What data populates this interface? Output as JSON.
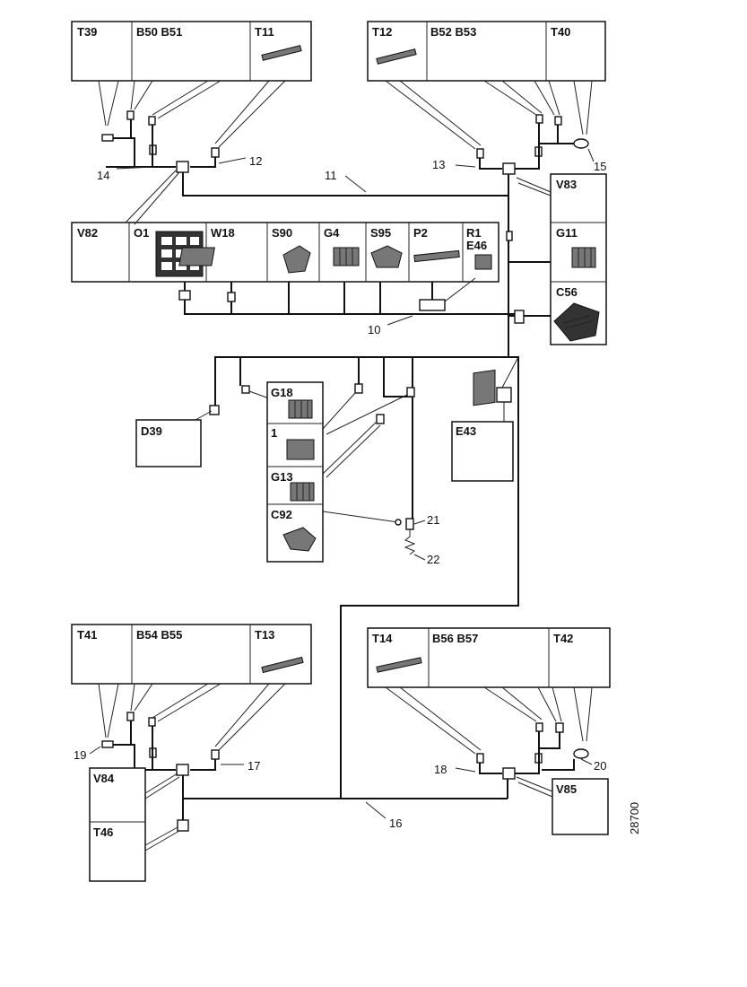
{
  "doc_id": "28700",
  "components": {
    "T39": "T39",
    "B50_B51": "B50  B51",
    "T11": "T11",
    "T12": "T12",
    "B52_B53": "B52  B53",
    "T40": "T40",
    "V82": "V82",
    "O1": "O1",
    "W18": "W18",
    "S90": "S90",
    "G4": "G4",
    "S95": "S95",
    "P2": "P2",
    "R1": "R1",
    "E46": "E46",
    "V83": "V83",
    "G11": "G11",
    "C56": "C56",
    "D39": "D39",
    "G18": "G18",
    "one": "1",
    "G13": "G13",
    "C92": "C92",
    "E43": "E43",
    "T41": "T41",
    "B54_B55": "B54  B55",
    "T13": "T13",
    "T14": "T14",
    "B56_B57": "B56  B57",
    "T42": "T42",
    "V84": "V84",
    "T46": "T46",
    "V85": "V85"
  },
  "callouts": {
    "n10": "10",
    "n11": "11",
    "n12": "12",
    "n13": "13",
    "n14": "14",
    "n15": "15",
    "n16": "16",
    "n17": "17",
    "n18": "18",
    "n19": "19",
    "n20": "20",
    "n21": "21",
    "n22": "22"
  }
}
